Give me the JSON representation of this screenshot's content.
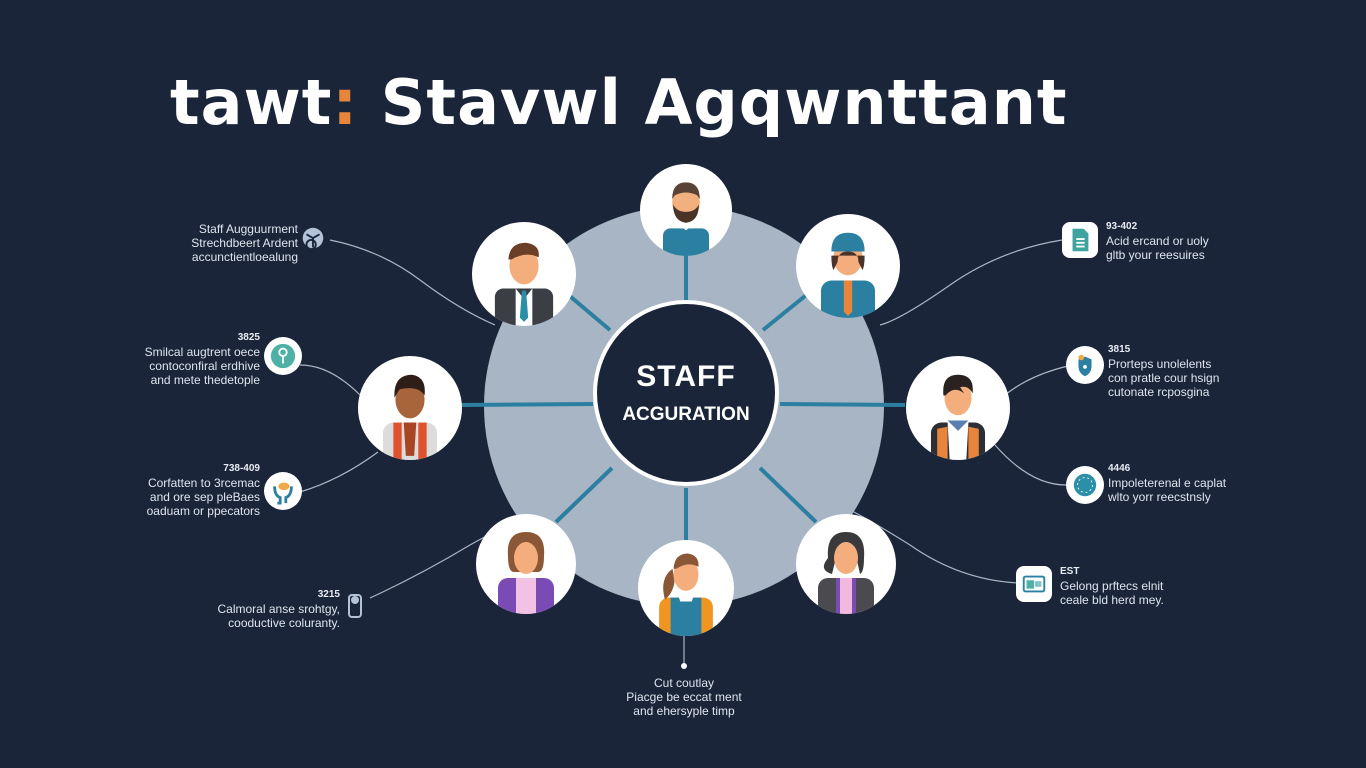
{
  "title": {
    "prefix": "tawt",
    "separator": ":",
    "main": "Stavwl Agqwnttant"
  },
  "hub": {
    "line1": "STAFF",
    "line2": "ACGURATION"
  },
  "colors": {
    "background": "#1a253a",
    "hub_ring": "#a8b5c4",
    "accent_teal": "#2b7fa0",
    "accent_orange": "#e8853c",
    "text": "#e8ecf2"
  },
  "avatars": [
    {
      "id": "top",
      "label": "man-beard-teal-shirt"
    },
    {
      "id": "top-left",
      "label": "man-suit-tie"
    },
    {
      "id": "top-right",
      "label": "woman-cap-teal"
    },
    {
      "id": "left",
      "label": "person-orange-vest"
    },
    {
      "id": "right",
      "label": "person-black-jacket"
    },
    {
      "id": "bottom-left",
      "label": "woman-purple-cardigan"
    },
    {
      "id": "bottom",
      "label": "woman-teal-vest"
    },
    {
      "id": "bottom-right",
      "label": "woman-dark-jacket"
    }
  ],
  "notes": {
    "left": [
      {
        "code": "",
        "lines": [
          "Staff Augguurment",
          "Strechdbeert Ardent",
          "accunctientloealung"
        ],
        "icon": "gear-globe-icon"
      },
      {
        "code": "3825",
        "lines": [
          "Smilcal augtrent oece",
          "contoconfiral erdhive",
          "and mete thedetople"
        ],
        "icon": "pin-icon"
      },
      {
        "code": "738-409",
        "lines": [
          "Corfatten to 3rcemac",
          "and ore sep pleBaes",
          "oaduam or ppecators"
        ],
        "icon": "hands-icon"
      },
      {
        "code": "3215",
        "lines": [
          "Calmoral anse srohtgy,",
          "cooductive coluranty."
        ],
        "icon": "fan-icon"
      }
    ],
    "right": [
      {
        "code": "93-402",
        "lines": [
          "Acid ercand or uoly",
          "gltb your reesuires"
        ],
        "icon": "document-icon"
      },
      {
        "code": "3815",
        "lines": [
          "Prorteps unolelents",
          "con pratle cour hsign",
          "cutonate rcposgina"
        ],
        "icon": "shield-icon"
      },
      {
        "code": "4446",
        "lines": [
          "Impoleterenal e caplat",
          "wlto yorr reecstnsly"
        ],
        "icon": "clock-icon"
      },
      {
        "code": "EST",
        "lines": [
          "Gelong prftecs elnit",
          "ceale bld herd mey."
        ],
        "icon": "monitor-icon"
      }
    ],
    "bottom": {
      "code": "",
      "lines": [
        "Cut coutlay",
        "Piacge be eccat ment",
        "and ehersyple timp"
      ]
    }
  }
}
